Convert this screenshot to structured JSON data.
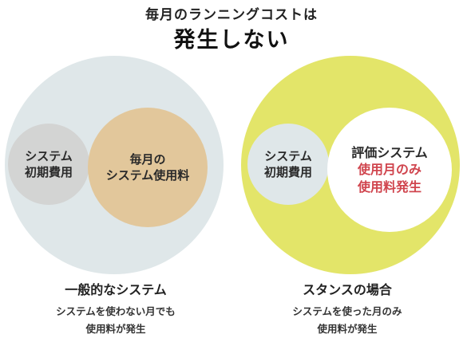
{
  "title": {
    "line1": "毎月のランニングコストは",
    "line2": "発生しない"
  },
  "left": {
    "small": {
      "line1": "システム",
      "line2": "初期費用"
    },
    "mid": {
      "line1": "毎月の",
      "line2": "システム使用料"
    },
    "caption_title": "一般的なシステム",
    "caption_line1": "システムを使わない月でも",
    "caption_line2": "使用料が発生"
  },
  "right": {
    "small": {
      "line1": "システム",
      "line2": "初期費用"
    },
    "white": {
      "line1": "評価システム",
      "line2": "使用月のみ",
      "line3": "使用料発生"
    },
    "caption_title": "スタンスの場合",
    "caption_line1": "システムを使った月のみ",
    "caption_line2": "使用料が発生"
  },
  "colors": {
    "light_blue_gray": "#dfe7e9",
    "gray": "#d3d4d3",
    "tan": "#e2c79b",
    "yellow": "#e3e569",
    "accent_red": "#d0454e"
  }
}
